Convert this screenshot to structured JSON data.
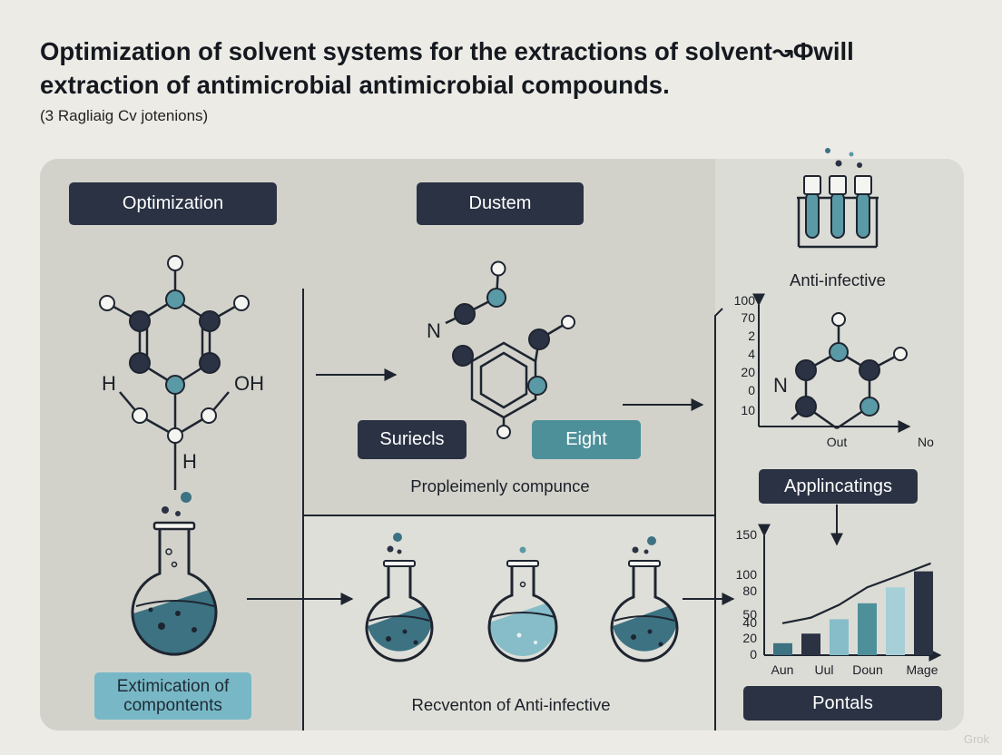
{
  "title": "Optimization of solvent systems for the extractions of solvent↝Φwill extraction of antimicrobial antimicrobial compounds.",
  "subtitle": "(3 Ragliaig Cv jotenions)",
  "colors": {
    "background": "#ecebe6",
    "panel": "#d2d2cb",
    "dark_navy": "#2a3243",
    "teal": "#4e909a",
    "light_teal": "#78b8c6",
    "atom_dark": "#2a3243",
    "atom_teal": "#5a9aa6"
  },
  "left": {
    "header": "Optimization",
    "atom_label_left": "H",
    "atom_label_right": "OH",
    "atom_label_bottom": "H",
    "footer": "Extimication of compontents"
  },
  "middle": {
    "header": "Dustem",
    "atom_label_n": "N",
    "button_left": "Suriecls",
    "button_right": "Eight",
    "caption": "Propleimenly compunce",
    "bottom_caption": "Recventon of Anti-infective"
  },
  "right": {
    "tubes_caption": "Anti-infective",
    "atom_label_n": "N",
    "chart_top_ticks": [
      "100",
      "70",
      "2",
      "4",
      "20",
      "0",
      "10"
    ],
    "chart_top_x_labels": [
      "Out",
      "No"
    ],
    "applications_label": "Applincatings",
    "footer": "Pontals"
  },
  "chart_data": [
    {
      "type": "line",
      "title": "",
      "xlabel": "",
      "ylabel": "",
      "y_tick_labels": [
        "100",
        "70",
        "2",
        "4",
        "20",
        "0",
        "10"
      ],
      "x_tick_labels": [
        "Out",
        "No"
      ]
    },
    {
      "type": "bar",
      "title": "",
      "categories": [
        "Aun",
        "Uul",
        "Doun",
        "Mage"
      ],
      "bar_values": [
        15,
        27,
        45,
        65,
        85,
        105
      ],
      "line_values": [
        40,
        47,
        63,
        85,
        98,
        115
      ],
      "bar_colors": [
        "#3c7282",
        "#2a3243",
        "#86bdc8",
        "#4e909a",
        "#a7cfd8",
        "#2a3243"
      ],
      "ylim": [
        0,
        150
      ],
      "yticks": [
        0,
        20,
        40,
        50,
        80,
        100,
        150
      ],
      "ytick_labels": [
        "0",
        "20",
        "40",
        "50",
        "80",
        "100",
        "150"
      ]
    }
  ],
  "watermark": "Grok"
}
